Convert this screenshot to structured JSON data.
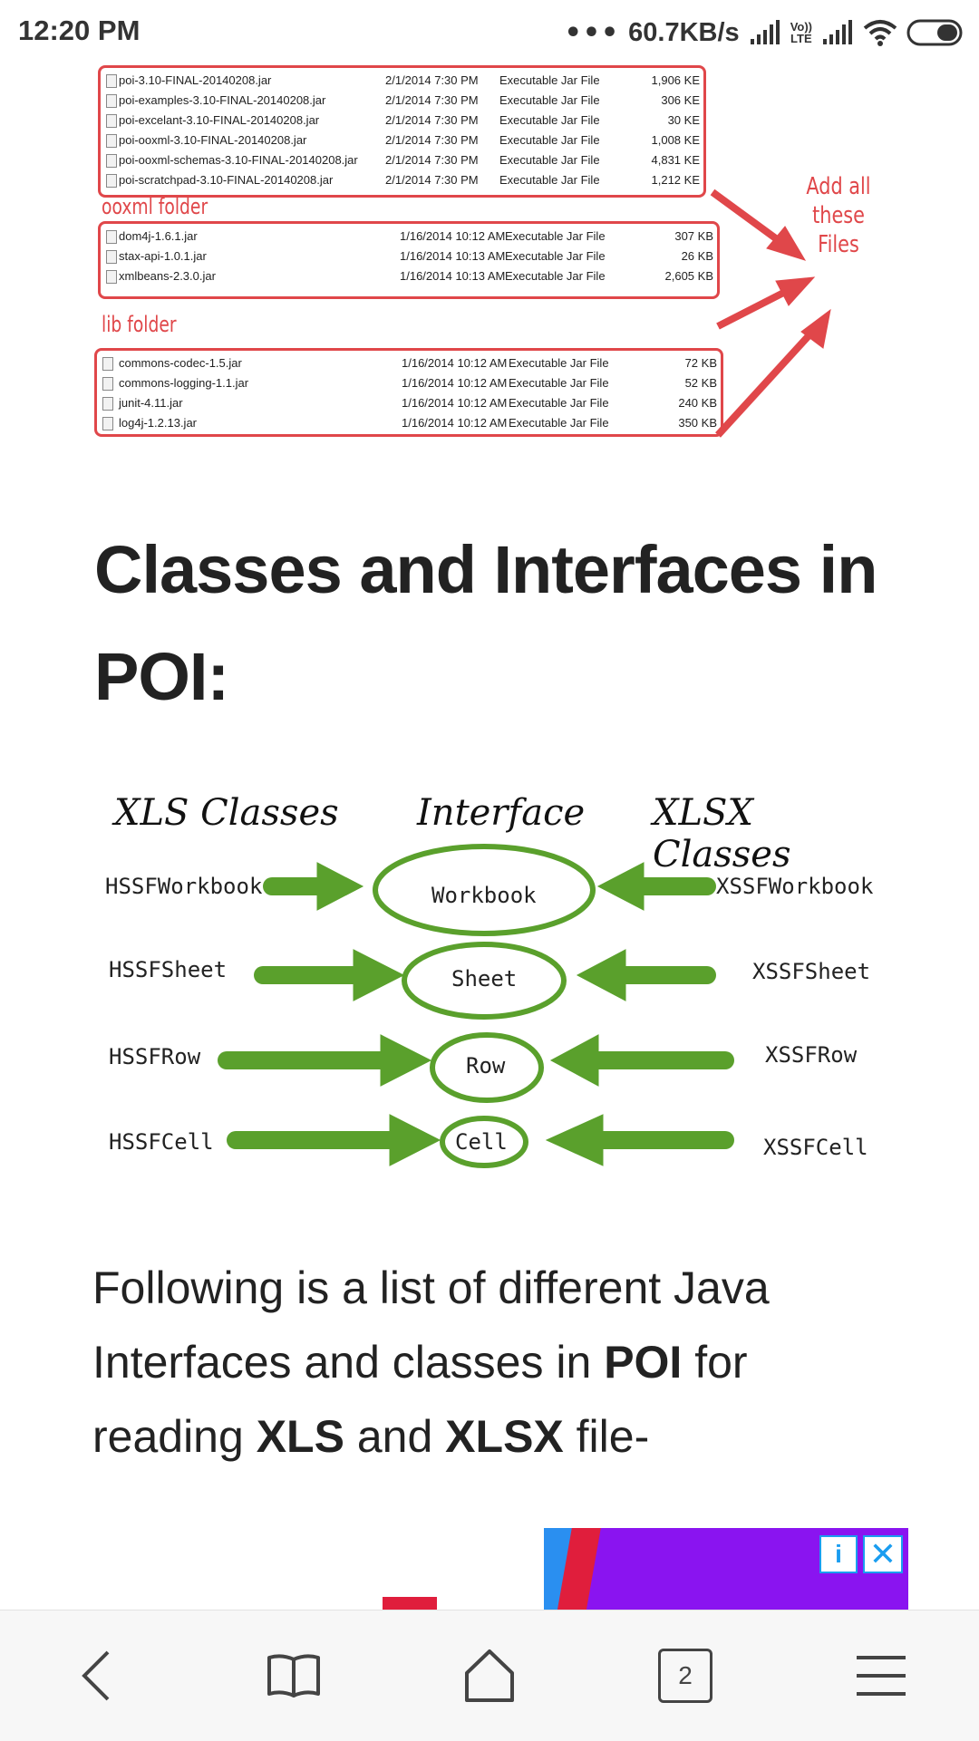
{
  "status_bar": {
    "time": "12:20 PM",
    "dots": "•••",
    "speed": "60.7KB/s",
    "volte_top": "Vo))",
    "volte_bottom": "LTE"
  },
  "file_screenshot": {
    "group1": [
      {
        "name": "poi-3.10-FINAL-20140208.jar",
        "date": "2/1/2014 7:30 PM",
        "type": "Executable Jar File",
        "size": "1,906 KE"
      },
      {
        "name": "poi-examples-3.10-FINAL-20140208.jar",
        "date": "2/1/2014 7:30 PM",
        "type": "Executable Jar File",
        "size": "306 KE"
      },
      {
        "name": "poi-excelant-3.10-FINAL-20140208.jar",
        "date": "2/1/2014 7:30 PM",
        "type": "Executable Jar File",
        "size": "30 KE"
      },
      {
        "name": "poi-ooxml-3.10-FINAL-20140208.jar",
        "date": "2/1/2014 7:30 PM",
        "type": "Executable Jar File",
        "size": "1,008 KE"
      },
      {
        "name": "poi-ooxml-schemas-3.10-FINAL-20140208.jar",
        "date": "2/1/2014 7:30 PM",
        "type": "Executable Jar File",
        "size": "4,831 KE"
      },
      {
        "name": "poi-scratchpad-3.10-FINAL-20140208.jar",
        "date": "2/1/2014 7:30 PM",
        "type": "Executable Jar File",
        "size": "1,212 KE"
      }
    ],
    "ooxml_label": "ooxml folder",
    "group2": [
      {
        "name": "dom4j-1.6.1.jar",
        "date": "1/16/2014 10:12 AM",
        "type": "Executable Jar File",
        "size": "307 KB"
      },
      {
        "name": "stax-api-1.0.1.jar",
        "date": "1/16/2014 10:13 AM",
        "type": "Executable Jar File",
        "size": "26 KB"
      },
      {
        "name": "xmlbeans-2.3.0.jar",
        "date": "1/16/2014 10:13 AM",
        "type": "Executable Jar File",
        "size": "2,605 KB"
      }
    ],
    "lib_label": "lib folder",
    "group3": [
      {
        "name": "commons-codec-1.5.jar",
        "date": "1/16/2014 10:12 AM",
        "type": "Executable Jar File",
        "size": "72 KB"
      },
      {
        "name": "commons-logging-1.1.jar",
        "date": "1/16/2014 10:12 AM",
        "type": "Executable Jar File",
        "size": "52 KB"
      },
      {
        "name": "junit-4.11.jar",
        "date": "1/16/2014 10:12 AM",
        "type": "Executable Jar File",
        "size": "240 KB"
      },
      {
        "name": "log4j-1.2.13.jar",
        "date": "1/16/2014 10:12 AM",
        "type": "Executable Jar File",
        "size": "350 KB"
      }
    ],
    "add_note": [
      "Add all",
      "these",
      "Files"
    ]
  },
  "heading": "Classes and Interfaces in POI:",
  "diagram": {
    "xls_title": "XLS Classes",
    "interface_title": "Interface",
    "xlsx_title": "XLSX Classes",
    "rows": [
      {
        "xls": "HSSFWorkbook",
        "interface": "Workbook",
        "xlsx": "XSSFWorkbook"
      },
      {
        "xls": "HSSFSheet",
        "interface": "Sheet",
        "xlsx": "XSSFSheet"
      },
      {
        "xls": "HSSFRow",
        "interface": "Row",
        "xlsx": "XSSFRow"
      },
      {
        "xls": "HSSFCell",
        "interface": "Cell",
        "xlsx": "XSSFCell"
      }
    ],
    "arrow_color": "#5aa02c"
  },
  "paragraph": {
    "p1": "Following is a list of different Java Interfaces and classes in ",
    "b1": "POI",
    "p2": " for reading ",
    "b2": "XLS",
    "p3": " and ",
    "b3": "XLSX",
    "p4": " file-"
  },
  "ad": {
    "info_label": "i",
    "close_label": "✕"
  },
  "bottom_nav": {
    "tab_count": "2",
    "icons": [
      "back-icon",
      "bookmarks-icon",
      "home-icon",
      "tabs-icon",
      "menu-icon"
    ]
  },
  "colors": {
    "highlight_red": "#e0474a",
    "ad_purple": "#8a14f0"
  }
}
